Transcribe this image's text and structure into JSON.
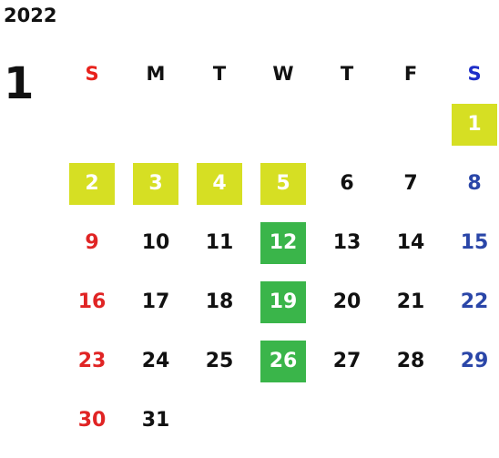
{
  "calendar": {
    "year": "2022",
    "month": "1",
    "weekdays": [
      "S",
      "M",
      "T",
      "W",
      "T",
      "F",
      "S"
    ],
    "weeks": [
      [
        null,
        null,
        null,
        null,
        null,
        null,
        {
          "day": "1",
          "mark": "holiday"
        }
      ],
      [
        {
          "day": "2",
          "mark": "holiday"
        },
        {
          "day": "3",
          "mark": "holiday"
        },
        {
          "day": "4",
          "mark": "holiday"
        },
        {
          "day": "5",
          "mark": "holiday"
        },
        {
          "day": "6"
        },
        {
          "day": "7"
        },
        {
          "day": "8"
        }
      ],
      [
        {
          "day": "9"
        },
        {
          "day": "10"
        },
        {
          "day": "11"
        },
        {
          "day": "12",
          "mark": "closed"
        },
        {
          "day": "13"
        },
        {
          "day": "14"
        },
        {
          "day": "15"
        }
      ],
      [
        {
          "day": "16"
        },
        {
          "day": "17"
        },
        {
          "day": "18"
        },
        {
          "day": "19",
          "mark": "closed"
        },
        {
          "day": "20"
        },
        {
          "day": "21"
        },
        {
          "day": "22"
        }
      ],
      [
        {
          "day": "23"
        },
        {
          "day": "24"
        },
        {
          "day": "25"
        },
        {
          "day": "26",
          "mark": "closed"
        },
        {
          "day": "27"
        },
        {
          "day": "28"
        },
        {
          "day": "29"
        }
      ],
      [
        {
          "day": "30"
        },
        {
          "day": "31"
        },
        null,
        null,
        null,
        null,
        null
      ]
    ]
  },
  "colors": {
    "sunday": "#e02424",
    "saturday": "#2a46a8",
    "holiday_highlight": "#d6df23",
    "closed_highlight": "#3ab54a"
  }
}
